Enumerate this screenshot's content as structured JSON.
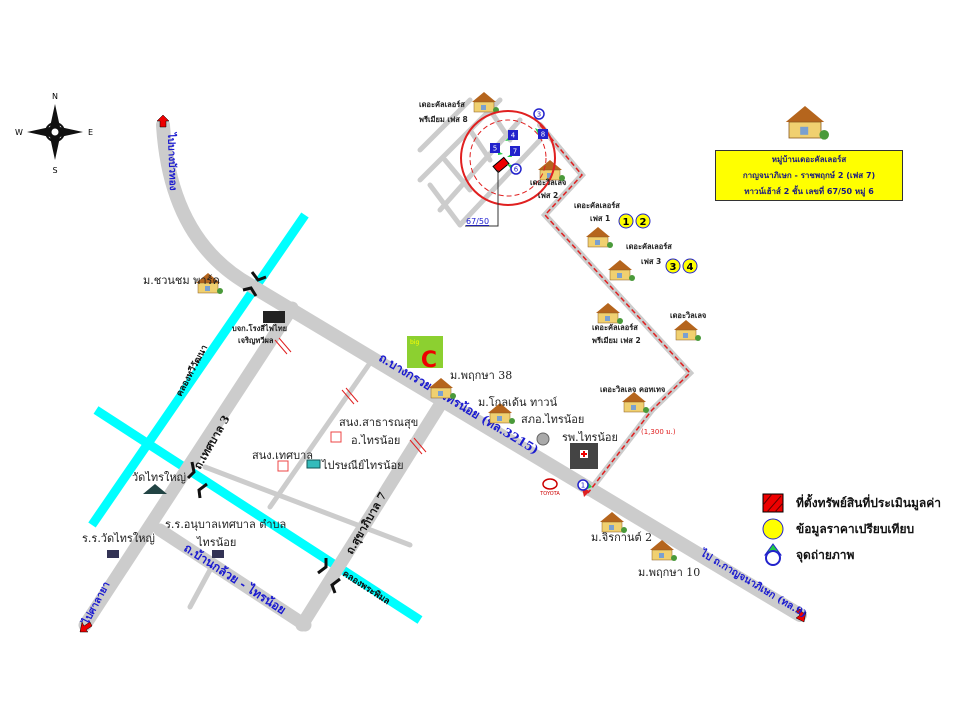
{
  "compass": {
    "n": "N",
    "s": "S",
    "e": "E",
    "w": "W"
  },
  "info_box": {
    "line1": "หมู่บ้านเดอะคัลเลอร์ส",
    "line2": "กาญจนาภิเษก - ราชพฤกษ์ 2 (เฟส 7)",
    "line3": "ทาวน์เฮ้าส์ 2 ชั้น เลขที่ 67/50 หมู่ 6"
  },
  "legend": [
    {
      "icon": "subject-property-icon",
      "label": "ที่ตั้งทรัพย์สินที่ประเมินมูลค่า"
    },
    {
      "icon": "comparable-data-icon",
      "label": "ข้อมูลราคาเปรียบเทียบ"
    },
    {
      "icon": "photo-point-icon",
      "label": "จุดถ่ายภาพ"
    }
  ],
  "roads": {
    "main": "ถ.บางกรวย - ไทรน้อย (ทล.3215)",
    "to_bang_bua_thong": "ไปบางบัวทอง",
    "to_sala_ya": "ไปศาลายา",
    "to_kanchanaphisek": "ไป ถ.กาญจนาภิเษก (ทล.9)",
    "thetsaban3": "ถ.เทศบาล 3",
    "sukhaphiban7": "ถ.สุขาภิบาล 7",
    "ban_kluai": "ถ.บ้านกล้วย - ไทรน้อย",
    "canal1": "คลองทวีวัฒนา",
    "canal2": "คลองพระพิมล"
  },
  "places": {
    "p8": [
      "เดอะคัลเลอร์ส",
      "พรีเมียม เฟส 8"
    ],
    "villa2": [
      "เดอะวิลเลจ",
      "เฟส 2"
    ],
    "phase1": [
      "เดอะคัลเลอร์ส",
      "เฟส 1"
    ],
    "phase3": [
      "เดอะคัลเลอร์ส",
      "เฟส 3"
    ],
    "premium2": [
      "เดอะคัลเลอร์ส",
      "พรีเมียม เฟส 2"
    ],
    "village": "เดอะวิลเลจ",
    "village_cottage": "เดอะวิลเลจ คอทเทจ",
    "chuanchom": "ม.ชวนชม พาร์ค",
    "egat": [
      "บจก.โรงสีไฟไทย",
      "เจริญทวีผล"
    ],
    "pruksa38": "ม.พฤกษา 38",
    "golden": "ม.โกลเด้น ทาวน์",
    "police": "สภอ.ไทรน้อย",
    "hospital": "รพ.ไทรน้อย",
    "health": [
      "สนง.สาธารณสุข",
      "อ.ไทรน้อย"
    ],
    "municipal": "สนง.เทศบาล",
    "post": "ไปรษณีย์ไทรน้อย",
    "temple": "วัดไทรใหญ่",
    "school1": "ร.ร.วัดไทรใหญ่",
    "school2": [
      "ร.ร.อนุบาลเทศบาล ตำบล",
      "ไทรน้อย"
    ],
    "jirakan": "ม.จิรกานต์ 2",
    "pruksa10": "ม.พฤกษา 10",
    "bigc": "big",
    "toyota": "TOYOTA"
  },
  "property_no": "67/50",
  "distance": "(1,300 ม.)",
  "comparables": [
    "1",
    "2",
    "3",
    "4"
  ],
  "photo_points": [
    "1",
    "3",
    "4",
    "5",
    "6",
    "7",
    "8"
  ],
  "colors": {
    "road": "#cccccc",
    "canal": "#00ffff",
    "route": "#e02020",
    "info_bg": "#ffff00",
    "label_blue": "#1a1ad0"
  }
}
